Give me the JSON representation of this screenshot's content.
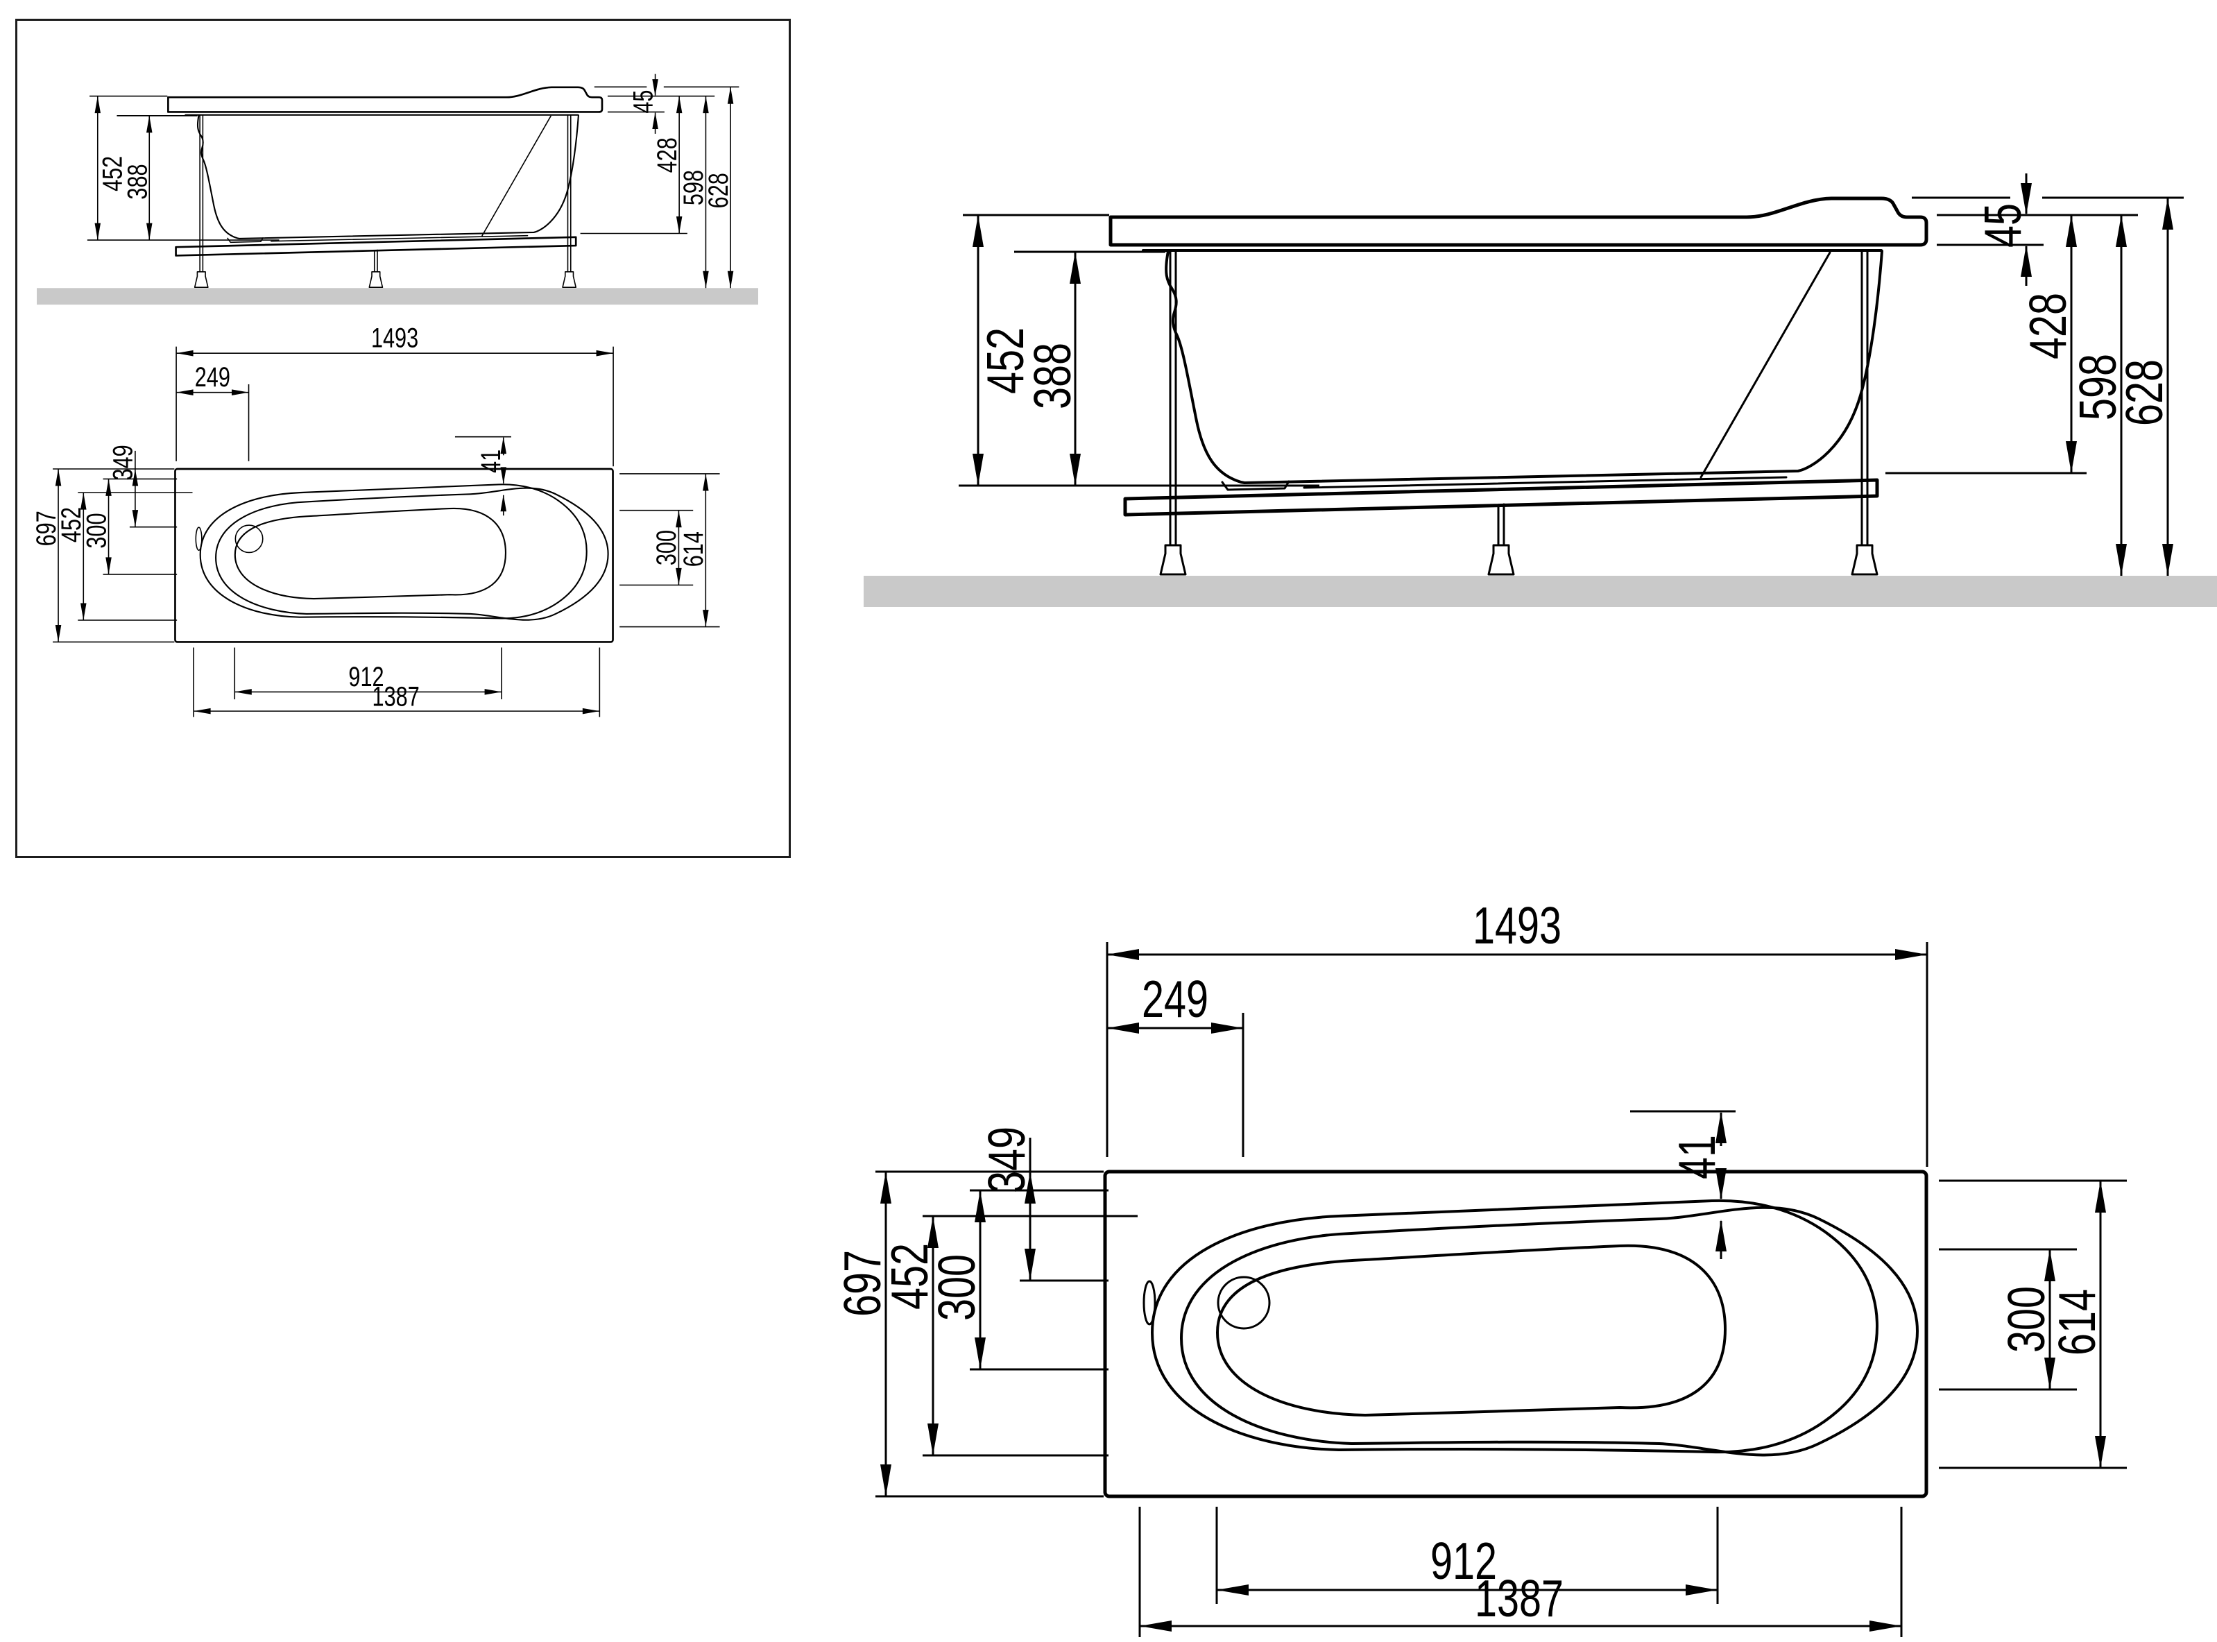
{
  "title": "bathtub-installation-dimensions-drawing",
  "colors": {
    "ink": "#000000",
    "floor_gray": "#c9c9c9",
    "background": "#ffffff",
    "frame_border": "#1c1c1c"
  },
  "side": {
    "d452": "452",
    "d388": "388",
    "d45": "45",
    "d428": "428",
    "d598": "598",
    "d628": "628"
  },
  "plan": {
    "d1493": "1493",
    "d249": "249",
    "d41": "41",
    "d697": "697",
    "d452": "452",
    "d300l": "300",
    "d349": "349",
    "d300r": "300",
    "d614": "614",
    "d912": "912",
    "d1387": "1387"
  }
}
